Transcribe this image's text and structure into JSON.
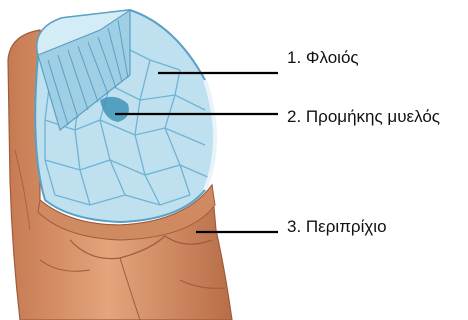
{
  "labels": [
    {
      "number": "1.",
      "text": "1. Φλοιός"
    },
    {
      "number": "2.",
      "text": "2. Προμήκης μυελός"
    },
    {
      "number": "3.",
      "text": "3. Περιπρίχιο"
    }
  ],
  "colors": {
    "outer_skin": "#d9946b",
    "outer_skin_dark": "#b8704c",
    "cross_section": "#bfe0ef",
    "cell_wall": "#6fb3d4",
    "medulla": "#3f94b8",
    "leader_line": "#000000"
  }
}
